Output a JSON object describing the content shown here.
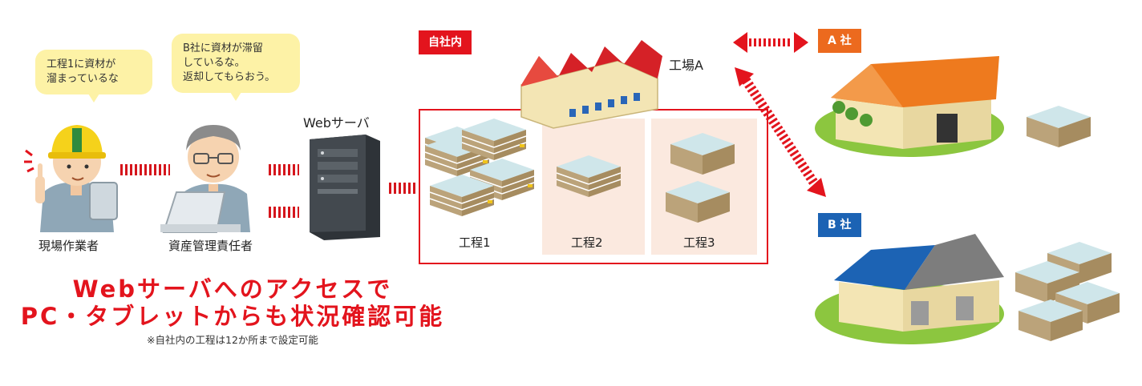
{
  "bubbles": {
    "worker": "工程1に資材が\n溜まっているな",
    "manager": "B社に資材が滞留\nしているな。\n返却してもらおう。"
  },
  "people": {
    "worker_label": "現場作業者",
    "manager_label": "資産管理責任者"
  },
  "server": {
    "label": "Webサーバ"
  },
  "factory": {
    "tag": "自社内",
    "name": "工場A",
    "processes": [
      "工程1",
      "工程2",
      "工程3"
    ]
  },
  "companies": {
    "a": {
      "tag": "A 社",
      "color": "#ec6a1e"
    },
    "b": {
      "tag": "B 社",
      "color": "#1c63b4"
    }
  },
  "headline": {
    "line1": "Webサーバへのアクセスで",
    "line2": "PC・タブレットからも状況確認可能"
  },
  "note": "※自社内の工程は12か所まで設定可能",
  "colors": {
    "accent_red": "#e3141d",
    "panel_pink": "#fbe9df",
    "bubble_yellow": "#fdf2a6",
    "grass_green": "#8cc63f"
  }
}
